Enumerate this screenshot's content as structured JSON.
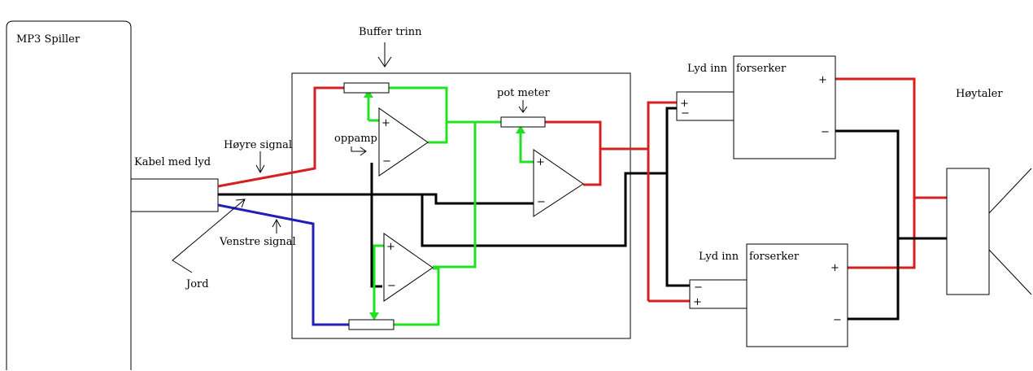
{
  "colors": {
    "red": "#d42020",
    "black": "#000000",
    "blue": "#1f1fb8",
    "green": "#22e122"
  },
  "labels": {
    "mp3_player": "MP3 Spiller",
    "cable": "Kabel med lyd",
    "right_signal": "Høyre signal",
    "left_signal": "Venstre signal",
    "ground": "Jord",
    "buffer_stage": "Buffer trinn",
    "opamp": "oppamp",
    "pot_meter": "pot meter",
    "audio_in_top": "Lyd inn",
    "amplifier_top": "forserker",
    "audio_in_bottom": "Lyd inn",
    "amplifier_bottom": "forserker",
    "speaker": "Høytaler"
  },
  "symbols": {
    "plus": "+",
    "minus": "−"
  }
}
